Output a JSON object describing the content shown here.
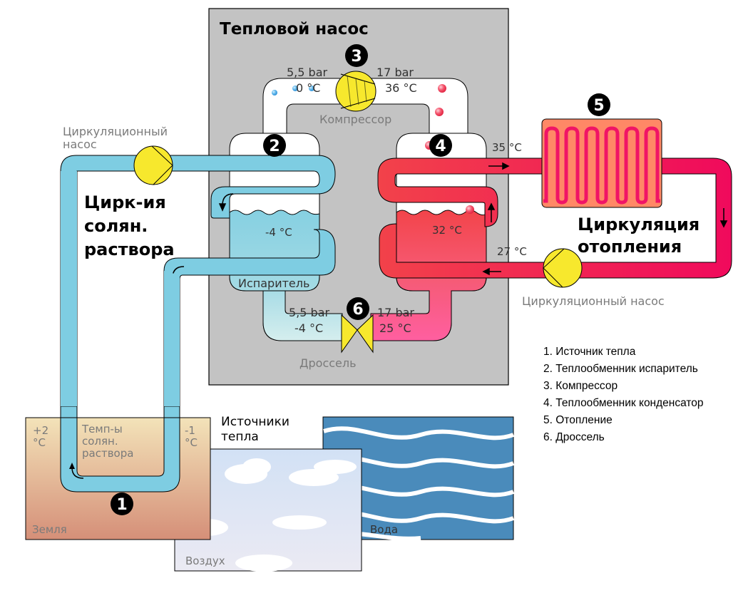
{
  "title": "Тепловой насос",
  "colors": {
    "pump_box": "#c3c3c3",
    "brine": "#7ecde2",
    "heating_hot": "#f0005e",
    "heating_warm": "#f2434a",
    "radiator": "#ff8866",
    "valve": "#f7e82d",
    "water": "#4a8bbb",
    "sky": "#d3e2f4",
    "earth_top": "#f2e1b7",
    "earth_bottom": "#d79179"
  },
  "compressor": {
    "number": "3",
    "label": "Компрессор",
    "low_pressure": "5,5 bar",
    "low_temp": "0 °C",
    "high_pressure": "17 bar",
    "high_temp": "36 °C"
  },
  "evaporator": {
    "number": "2",
    "label": "Испаритель",
    "temp": "-4 °C"
  },
  "condenser": {
    "number": "4",
    "temp": "32 °C"
  },
  "throttle": {
    "number": "6",
    "label": "Дроссель",
    "low_pressure": "5,5 bar",
    "low_temp": "-4 °C",
    "high_pressure": "17 bar",
    "high_temp": "25 °C"
  },
  "heating": {
    "number": "5",
    "title_line1": "Циркуляция",
    "title_line2": "отопления",
    "supply_temp": "35 °C",
    "return_temp": "27 °C",
    "pump_label": "Циркуляционный насос"
  },
  "brine_circuit": {
    "pump_label_line1": "Циркуляционный",
    "pump_label_line2": "насос",
    "title_line1": "Цирк-ия",
    "title_line2": "солян.",
    "title_line3": "раствора"
  },
  "ground": {
    "number": "1",
    "label": "Земля",
    "temp_in_line1": "+2",
    "temp_in_line2": "°C",
    "temp_out_line1": "-1",
    "temp_out_line2": "°C",
    "brine_temp_line1": "Темп-ы",
    "brine_temp_line2": "солян.",
    "brine_temp_line3": "раствора"
  },
  "heat_sources": {
    "title_line1": "Источники",
    "title_line2": "тепла",
    "air_label": "Воздух",
    "water_label": "Вода"
  },
  "legend": [
    "1. Источник тепла",
    "2. Теплообменник испаритель",
    "3. Компрессор",
    "4. Теплообменник конденсатор",
    "5. Отопление",
    "6. Дроссель"
  ]
}
